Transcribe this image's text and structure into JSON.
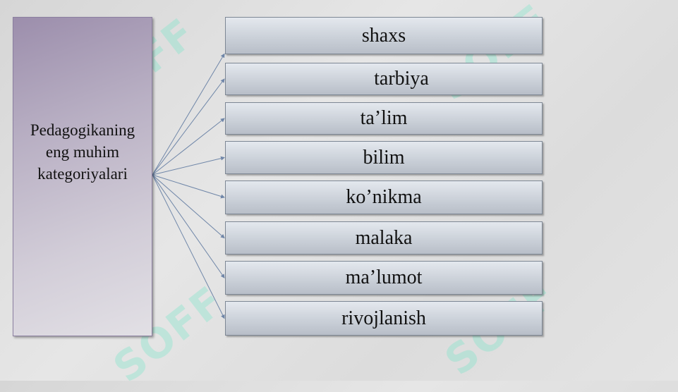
{
  "central_node": {
    "label_lines": [
      "Pedagogikaning",
      "eng muhim",
      "kategoriyalari"
    ]
  },
  "categories": [
    {
      "label": "shaxs"
    },
    {
      "label": "tarbiya"
    },
    {
      "label": "ta’lim"
    },
    {
      "label": "bilim"
    },
    {
      "label": "ko’nikma"
    },
    {
      "label": "malaka"
    },
    {
      "label": "ma’lumot"
    },
    {
      "label": "rivojlanish"
    }
  ],
  "watermark": {
    "text": "SOFF",
    "icon": "soff-logo-icon"
  },
  "colors": {
    "connector": "#6f86a8",
    "central_top": "#9c8eac",
    "box_bottom": "#b8bec8"
  }
}
